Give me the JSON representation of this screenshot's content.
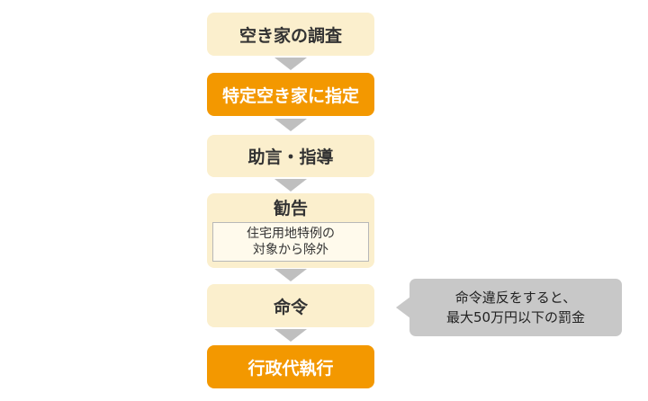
{
  "flow": {
    "steps": [
      {
        "label": "空き家の調査",
        "style": "light"
      },
      {
        "label": "特定空き家に指定",
        "style": "orange"
      },
      {
        "label": "助言・指導",
        "style": "light"
      },
      {
        "label": "勧告",
        "style": "light",
        "note": [
          "住宅用地特例の",
          "対象から除外"
        ]
      },
      {
        "label": "命令",
        "style": "light"
      },
      {
        "label": "行政代執行",
        "style": "orange"
      }
    ]
  },
  "callout": {
    "lines": [
      "命令違反をすると、",
      "最大50万円以下の罰金"
    ]
  },
  "colors": {
    "light_box": "#fbefcd",
    "orange_box": "#f39800",
    "arrow": "#bfbfbf",
    "callout": "#c8c8c8"
  }
}
